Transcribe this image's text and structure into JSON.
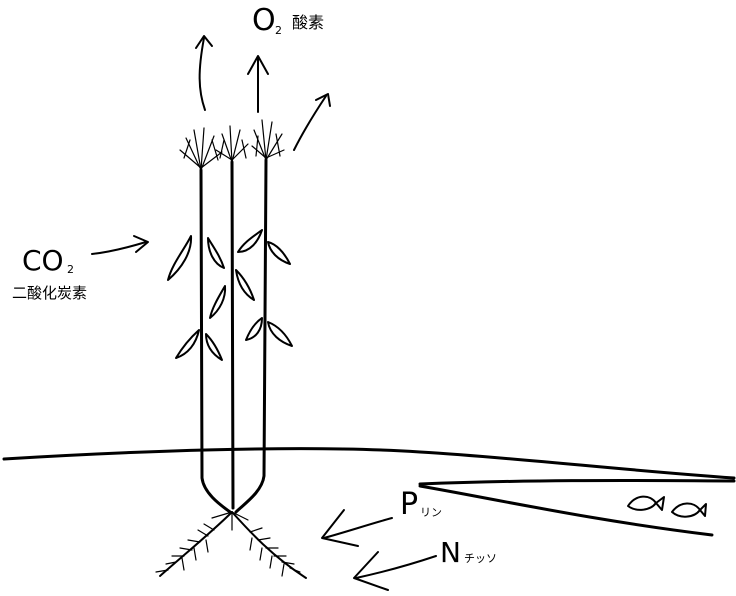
{
  "labels": {
    "o2_symbol": "O",
    "o2_subscript": "2",
    "o2_name": "酸素",
    "co2_symbol": "CO",
    "co2_subscript": "2",
    "co2_name": "二酸化炭素",
    "p_symbol": "P",
    "p_name": "リン",
    "n_symbol": "N",
    "n_name": "チッソ"
  }
}
